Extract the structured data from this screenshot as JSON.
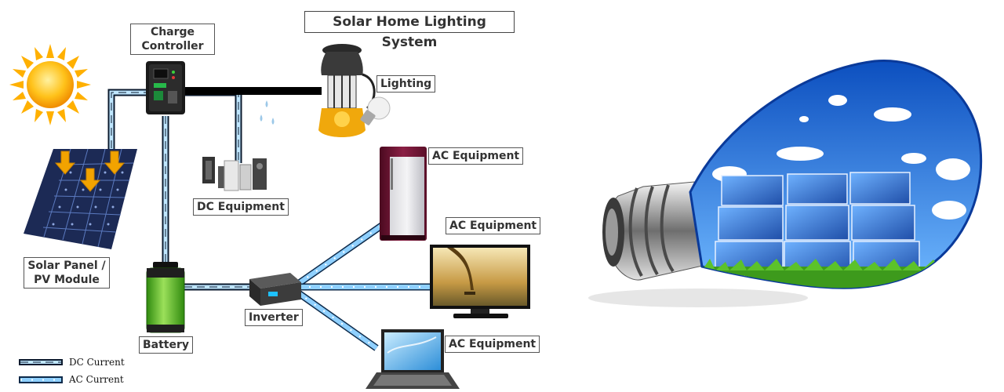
{
  "title": "Solar Home Lighting System",
  "labels": {
    "charge_controller": "Charge Controller",
    "lighting": "Lighting",
    "dc_equipment": "DC Equipment",
    "ac_equipment": "AC Equipment",
    "solar_panel": "Solar Panel / PV Module",
    "battery": "Battery",
    "inverter": "Inverter"
  },
  "legend": {
    "dc": "DC Current",
    "ac": "AC Current"
  },
  "colors": {
    "wire_light": "#bfe6ff",
    "wire_dark": "#0b1a2e",
    "sun": "#ffb400",
    "panel": "#22305a",
    "battery": "#4cae1f",
    "fridge": "#7a1838"
  }
}
